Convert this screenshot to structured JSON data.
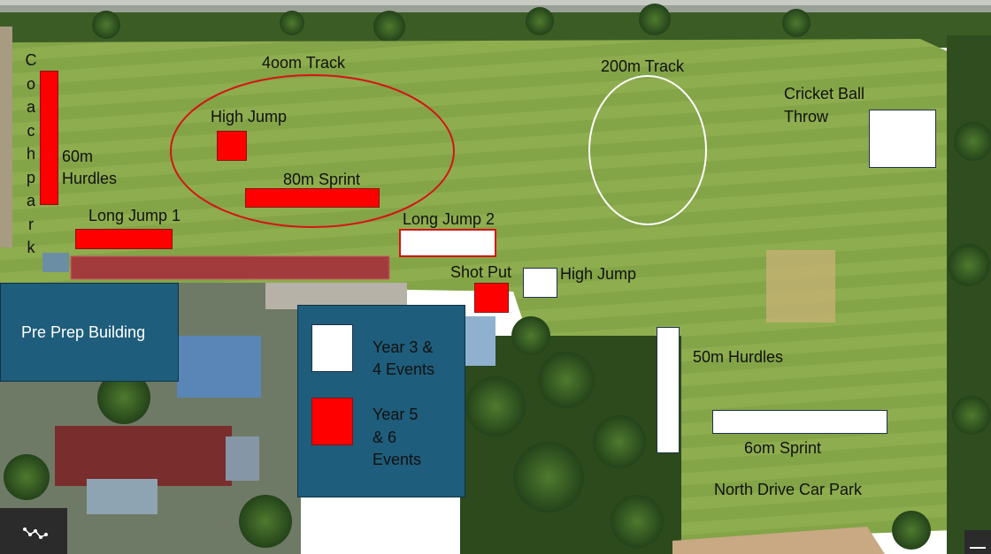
{
  "map": {
    "background": "aerial-photo-school-playing-fields",
    "colors": {
      "year_5_6": "#ff0000",
      "year_3_4": "#ffffff",
      "panel": "#1e5d7b",
      "track_400m": "#d41414",
      "track_200m": "#ffffff"
    }
  },
  "labels": {
    "coach_park": [
      "C",
      "o",
      "a",
      "c",
      "h",
      "p",
      "a",
      "r",
      "k"
    ],
    "track_400m": "4oom Track",
    "track_200m": "200m Track",
    "high_jump_red": "High Jump",
    "sprint_80m": "80m Sprint",
    "hurdles_60m_line1": "60m",
    "hurdles_60m_line2": "Hurdles",
    "long_jump_1": "Long Jump 1",
    "long_jump_2": "Long Jump 2",
    "cricket_ball_line1": "Cricket Ball",
    "cricket_ball_line2": "Throw",
    "shot_put": "Shot Put",
    "high_jump_white": "High Jump",
    "hurdles_50m": "50m Hurdles",
    "sprint_60m": "6om Sprint",
    "north_drive": "North Drive Car Park",
    "pre_prep": "Pre Prep Building"
  },
  "legend": {
    "white_line1": "Year 3 &",
    "white_line2": "4 Events",
    "red_line1": "Year 5",
    "red_line2": "& 6",
    "red_line3": "Events"
  }
}
